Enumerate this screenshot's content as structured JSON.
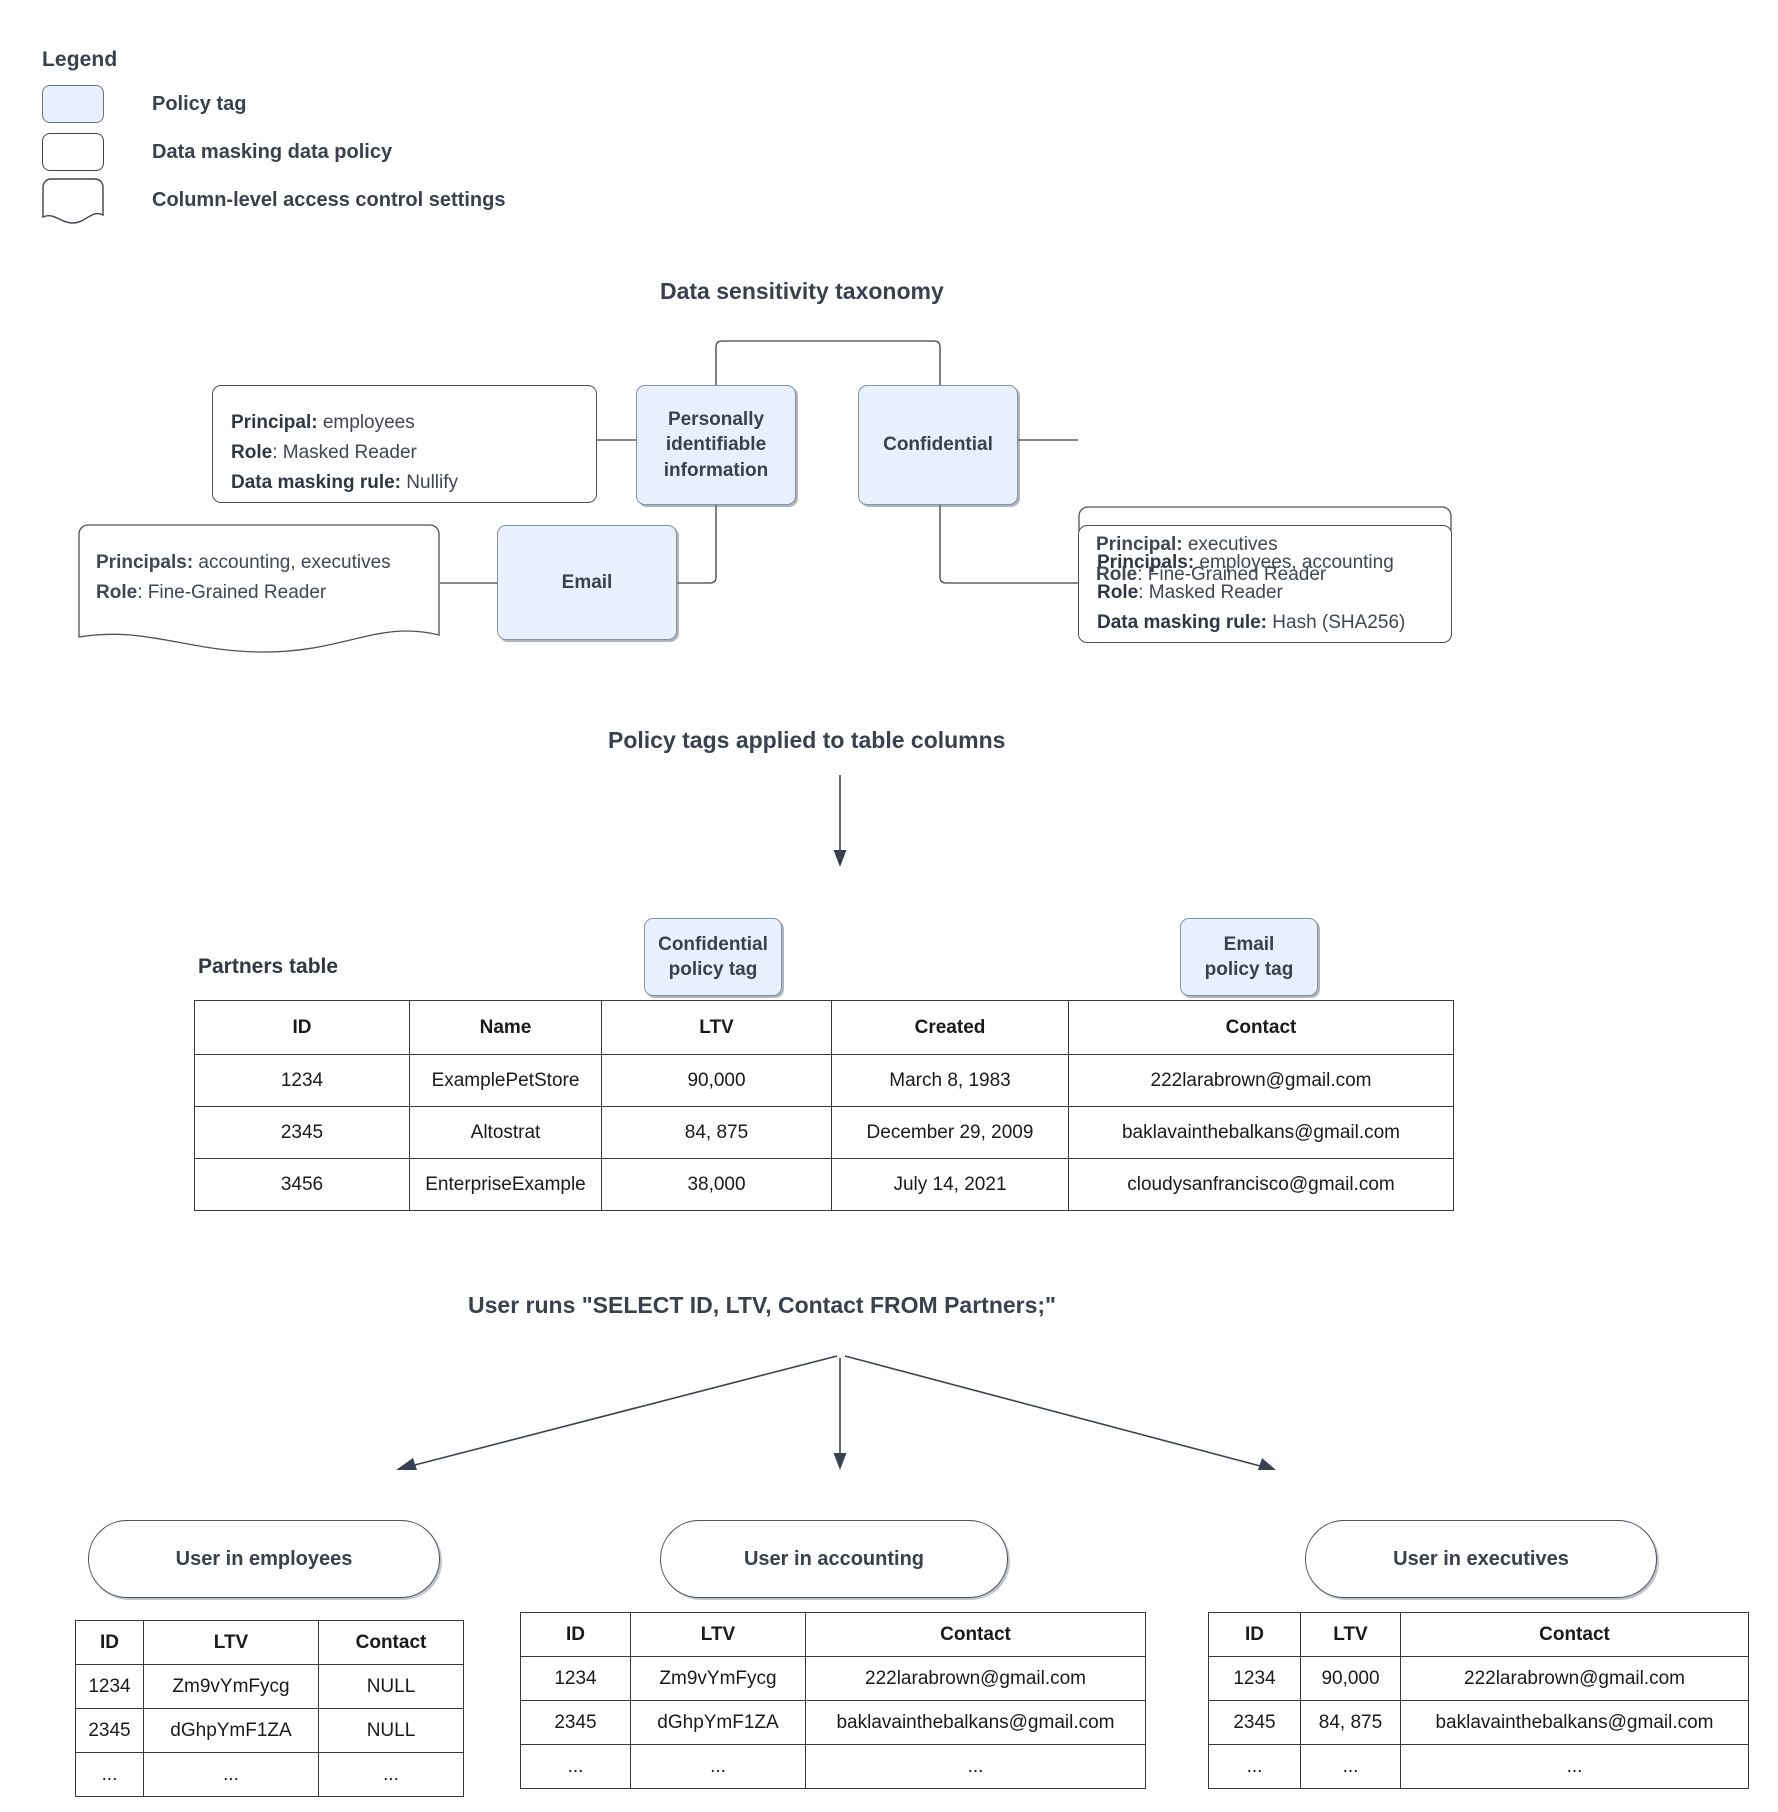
{
  "legend": {
    "title": "Legend",
    "items": [
      {
        "label": "Policy tag",
        "shape": "rounded-rect-filled"
      },
      {
        "label": "Data masking data policy",
        "shape": "rounded-rect"
      },
      {
        "label": "Column-level access control settings",
        "shape": "wavy-rect"
      }
    ]
  },
  "taxonomy": {
    "title": "Data sensitivity taxonomy",
    "tags": [
      {
        "name": "pii",
        "label": "Personally identifiable information"
      },
      {
        "name": "confidential",
        "label": "Confidential"
      },
      {
        "name": "email",
        "label": "Email"
      }
    ],
    "policies": [
      {
        "name": "pii-masking-policy",
        "kind": "data-masking-data-policy",
        "lines": [
          {
            "key": "Principal:",
            "value": " employees"
          },
          {
            "key": "Role",
            "value": ": Masked Reader"
          },
          {
            "key": "Data masking rule:",
            "value": " Nullify"
          }
        ]
      },
      {
        "name": "email-access-control",
        "kind": "column-level-access-control-settings",
        "lines": [
          {
            "key": "Principals:",
            "value": " accounting, executives"
          },
          {
            "key": "Role",
            "value": ": Fine-Grained Reader"
          }
        ]
      },
      {
        "name": "confidential-access-control",
        "kind": "column-level-access-control-settings",
        "lines": [
          {
            "key": "Principal:",
            "value": " executives"
          },
          {
            "key": "Role",
            "value": ": Fine-Grained Reader"
          }
        ]
      },
      {
        "name": "confidential-masking-policy",
        "kind": "data-masking-data-policy",
        "lines": [
          {
            "key": "Principals:",
            "value": " employees, accounting"
          },
          {
            "key": "Role",
            "value": ": Masked Reader"
          },
          {
            "key": "Data masking rule:",
            "value": " Hash (SHA256)"
          }
        ]
      }
    ]
  },
  "applied": {
    "title": "Policy tags applied to table columns",
    "table_label": "Partners table",
    "tag_callouts": [
      {
        "name": "confidential-policy-tag",
        "line1": "Confidential",
        "line2": "policy tag"
      },
      {
        "name": "email-policy-tag",
        "line1": "Email",
        "line2": "policy tag"
      }
    ],
    "partners": {
      "columns": [
        "ID",
        "Name",
        "LTV",
        "Created",
        "Contact"
      ],
      "rows": [
        [
          "1234",
          "ExamplePetStore",
          "90,000",
          "March 8, 1983",
          "222larabrown@gmail.com"
        ],
        [
          "2345",
          "Altostrat",
          "84, 875",
          "December 29, 2009",
          "baklavainthebalkans@gmail.com"
        ],
        [
          "3456",
          "EnterpriseExample",
          "38,000",
          "July 14, 2021",
          "cloudysanfrancisco@gmail.com"
        ]
      ]
    }
  },
  "query": {
    "title": "User runs \"SELECT ID, LTV, Contact FROM Partners;\""
  },
  "results": [
    {
      "name": "employees",
      "oval_label": "User in employees",
      "columns": [
        "ID",
        "LTV",
        "Contact"
      ],
      "rows": [
        [
          "1234",
          "Zm9vYmFycg",
          "NULL"
        ],
        [
          "2345",
          "dGhpYmF1ZA",
          "NULL"
        ],
        [
          "...",
          "...",
          "..."
        ]
      ]
    },
    {
      "name": "accounting",
      "oval_label": "User in accounting",
      "columns": [
        "ID",
        "LTV",
        "Contact"
      ],
      "rows": [
        [
          "1234",
          "Zm9vYmFycg",
          "222larabrown@gmail.com"
        ],
        [
          "2345",
          "dGhpYmF1ZA",
          "baklavainthebalkans@gmail.com"
        ],
        [
          "...",
          "...",
          "..."
        ]
      ]
    },
    {
      "name": "executives",
      "oval_label": "User in executives",
      "columns": [
        "ID",
        "LTV",
        "Contact"
      ],
      "rows": [
        [
          "1234",
          "90,000",
          "222larabrown@gmail.com"
        ],
        [
          "2345",
          "84, 875",
          "baklavainthebalkans@gmail.com"
        ],
        [
          "...",
          "...",
          "..."
        ]
      ]
    }
  ],
  "colors": {
    "policy_tag_fill": "#e8f0fe",
    "policy_tag_border": "#8792a2",
    "text": "#39414f",
    "line": "#394050"
  }
}
